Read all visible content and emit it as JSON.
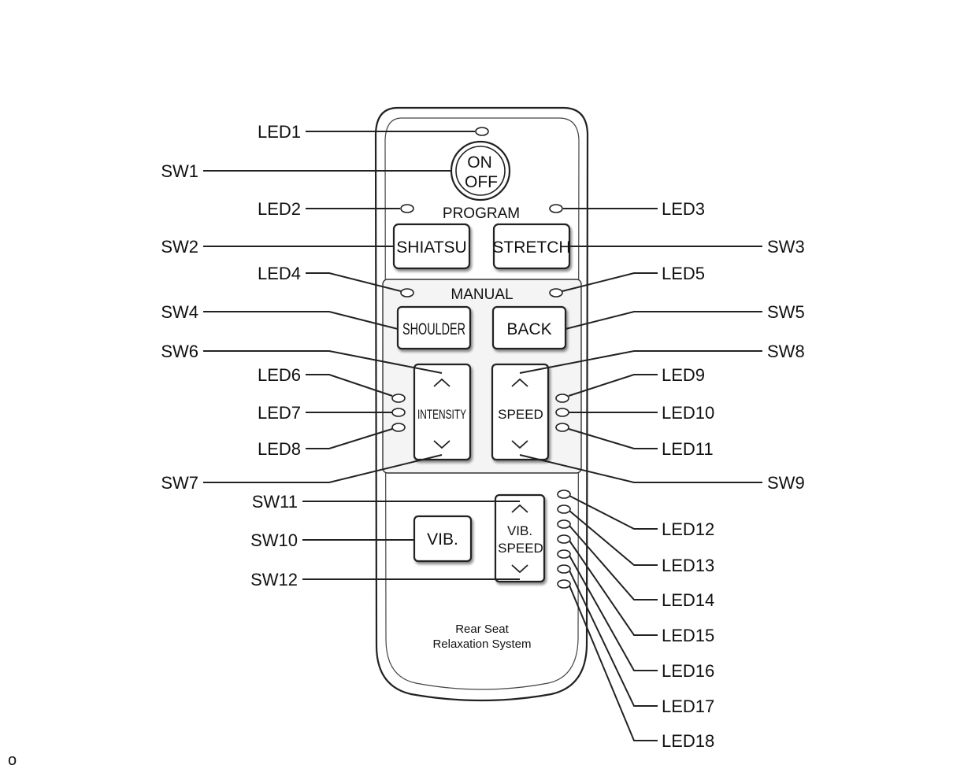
{
  "remote": {
    "power": {
      "on": "ON",
      "off": "OFF"
    },
    "program_label": "PROGRAM",
    "manual_label": "MANUAL",
    "buttons": {
      "shiatsu": "SHIATSU",
      "stretch": "STRETCH",
      "shoulder": "SHOULDER",
      "back": "BACK",
      "intensity": "INTENSITY",
      "speed": "SPEED",
      "vib": "VIB.",
      "vib_speed_line1": "VIB.",
      "vib_speed_line2": "SPEED"
    },
    "caption_line1": "Rear Seat",
    "caption_line2": "Relaxation System"
  },
  "callouts": {
    "led1": "LED1",
    "led2": "LED2",
    "led3": "LED3",
    "led4": "LED4",
    "led5": "LED5",
    "led6": "LED6",
    "led7": "LED7",
    "led8": "LED8",
    "led9": "LED9",
    "led10": "LED10",
    "led11": "LED11",
    "led12": "LED12",
    "led13": "LED13",
    "led14": "LED14",
    "led15": "LED15",
    "led16": "LED16",
    "led17": "LED17",
    "led18": "LED18",
    "sw1": "SW1",
    "sw2": "SW2",
    "sw3": "SW3",
    "sw4": "SW4",
    "sw5": "SW5",
    "sw6": "SW6",
    "sw7": "SW7",
    "sw8": "SW8",
    "sw9": "SW9",
    "sw10": "SW10",
    "sw11": "SW11",
    "sw12": "SW12"
  },
  "footer_mark": "o"
}
